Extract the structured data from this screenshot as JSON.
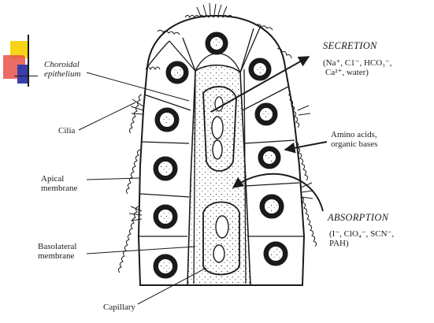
{
  "diagram": {
    "labels": {
      "choroidal_line1": "Choroidal",
      "choroidal_line2": "epithelium",
      "cilia": "Cilia",
      "apical_line1": "Apical",
      "apical_line2": "membrane",
      "basolateral_line1": "Basolateral",
      "basolateral_line2": "membrane",
      "capillary": "Capillary",
      "secretion": "SECRETION",
      "secretion_ions_line1": "(Na⁺, C1⁻, HCO₃⁻,",
      "secretion_ions_line2": "Ca²⁺, water)",
      "amino_line1": "Amino acids,",
      "amino_line2": "organic bases",
      "absorption": "ABSORPTION",
      "absorption_ions_line1": "(I⁻, ClO₄⁻, SCN⁻,",
      "absorption_ions_line2": "PAH)"
    },
    "colors": {
      "ink": "#1a1a1a",
      "slide_accent_yellow": "#f7d417",
      "slide_accent_red": "#e8524a",
      "slide_accent_blue": "#3a3fa8"
    }
  }
}
